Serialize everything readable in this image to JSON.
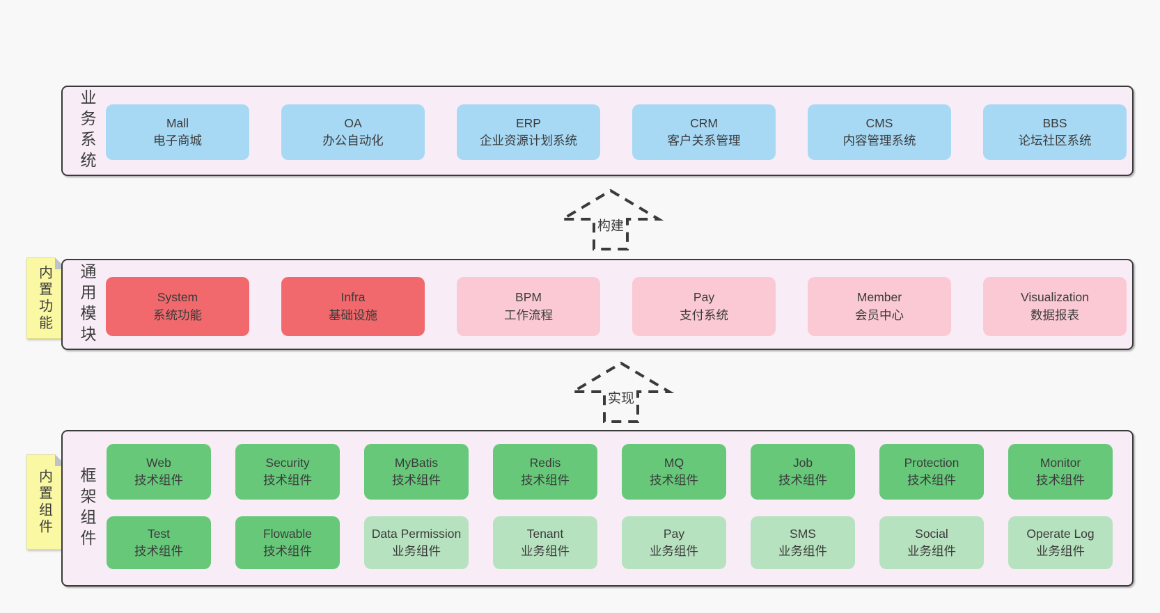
{
  "colors": {
    "page_bg": "#f8f8f8",
    "panel_bg": "#f8edf6",
    "panel_border": "#3a3a3a",
    "blue": "#a7d9f5",
    "red": "#f1696c",
    "pink": "#fbc9d3",
    "green": "#67c87a",
    "light_green": "#b7e2bf",
    "sticky_yellow": "#fbf8a3",
    "fold_gray": "#bfc2c8",
    "text": "#3b3b3b"
  },
  "arrows": [
    {
      "label": "构建"
    },
    {
      "label": "实现"
    }
  ],
  "panels": [
    {
      "label": "业务系统",
      "boxes": [
        {
          "name": "Mall",
          "desc": "电子商城"
        },
        {
          "name": "OA",
          "desc": "办公自动化"
        },
        {
          "name": "ERP",
          "desc": "企业资源计划系统"
        },
        {
          "name": "CRM",
          "desc": "客户关系管理"
        },
        {
          "name": "CMS",
          "desc": "内容管理系统"
        },
        {
          "name": "BBS",
          "desc": "论坛社区系统"
        }
      ]
    },
    {
      "label": "通用模块",
      "sticky": "内置功能",
      "boxes": [
        {
          "name": "System",
          "desc": "系统功能"
        },
        {
          "name": "Infra",
          "desc": "基础设施"
        },
        {
          "name": "BPM",
          "desc": "工作流程"
        },
        {
          "name": "Pay",
          "desc": "支付系统"
        },
        {
          "name": "Member",
          "desc": "会员中心"
        },
        {
          "name": "Visualization",
          "desc": "数据报表"
        }
      ]
    },
    {
      "label": "框架组件",
      "sticky": "内置组件",
      "rows": [
        {
          "boxes": [
            {
              "name": "Web",
              "desc": "技术组件"
            },
            {
              "name": "Security",
              "desc": "技术组件"
            },
            {
              "name": "MyBatis",
              "desc": "技术组件"
            },
            {
              "name": "Redis",
              "desc": "技术组件"
            },
            {
              "name": "MQ",
              "desc": "技术组件"
            },
            {
              "name": "Job",
              "desc": "技术组件"
            },
            {
              "name": "Protection",
              "desc": "技术组件"
            },
            {
              "name": "Monitor",
              "desc": "技术组件"
            }
          ]
        },
        {
          "boxes": [
            {
              "name": "Test",
              "desc": "技术组件"
            },
            {
              "name": "Flowable",
              "desc": "技术组件"
            },
            {
              "name": "Data Permission",
              "desc": "业务组件"
            },
            {
              "name": "Tenant",
              "desc": "业务组件"
            },
            {
              "name": "Pay",
              "desc": "业务组件"
            },
            {
              "name": "SMS",
              "desc": "业务组件"
            },
            {
              "name": "Social",
              "desc": "业务组件"
            },
            {
              "name": "Operate Log",
              "desc": "业务组件"
            }
          ]
        }
      ]
    }
  ]
}
